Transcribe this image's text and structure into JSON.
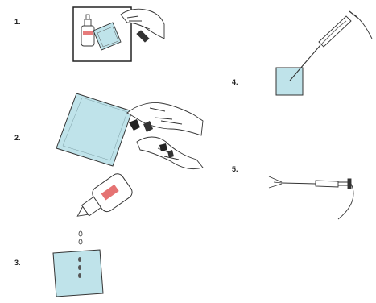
{
  "steps": [
    {
      "label": "1."
    },
    {
      "label": "2."
    },
    {
      "label": "3."
    },
    {
      "label": "4."
    },
    {
      "label": "5."
    }
  ],
  "colors": {
    "pad_fill": "#bfe3ea",
    "outline": "#333333",
    "bottle_accent": "#e05a5a"
  }
}
